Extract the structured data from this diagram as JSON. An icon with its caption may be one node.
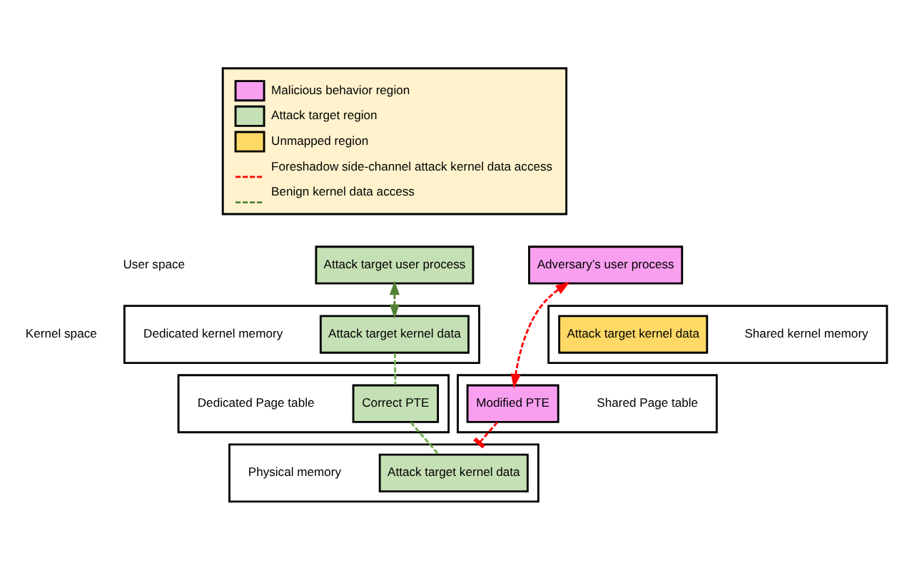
{
  "diagram": {
    "nodes": [
      {
        "text": [
          "Attack target user process"
        ]
      },
      {
        "text": [
          "Adversary’s user process"
        ]
      },
      {
        "text": [],
        "shape": "box",
        "beside": [
          "Dedicated kernel memory"
        ]
      },
      {
        "text": [
          "Attack target kernel data"
        ],
        "in": 2
      },
      {
        "text": [],
        "shape": "box",
        "beside": [
          "Shared kernel memory"
        ]
      },
      {
        "text": [
          "Attack target kernel data"
        ],
        "in": 4
      },
      {
        "text": [],
        "shape": "box",
        "beside": [
          "Dedicated Page table"
        ]
      },
      {
        "text": [
          "Correct PTE"
        ],
        "in": 6
      },
      {
        "text": [],
        "shape": "box",
        "beside": [
          "Shared Page table"
        ]
      },
      {
        "text": [
          "Modified PTE"
        ],
        "in": 8
      },
      {
        "text": [],
        "shape": "box",
        "beside": [
          "Physical memory"
        ]
      },
      {
        "text": [
          "Attack target kernel data"
        ],
        "in": 10
      }
    ],
    "edges": [
      {
        "from": 0,
        "to": 3,
        "arrow": "both",
        "style": "dashed",
        "color": "#548235"
      },
      {
        "from": 9,
        "to": 1,
        "arrow": "both",
        "style": "dashed",
        "color": "#ff0000"
      },
      {
        "from": 3,
        "to": 7,
        "arrow": "none",
        "style": "dashed",
        "color": "#70ad47"
      },
      {
        "from": 7,
        "to": 11,
        "arrow": "none",
        "style": "dashed",
        "color": "#70ad47"
      },
      {
        "from": 9,
        "to": 10,
        "arrow": "other",
        "style": "dashed",
        "color": "#ff0000"
      }
    ],
    "labels": [
      "User space",
      "Kernel space"
    ],
    "legend": [
      {
        "text": "Malicious behavior region",
        "color": "#f99ff0"
      },
      {
        "text": "Attack target region",
        "color": "#c5e0b4"
      },
      {
        "text": "Unmapped region",
        "color": "#ffd966"
      },
      {
        "text": "Foreshadow side-channel attack kernel data access"
      },
      {
        "text": "Benign kernel data access"
      }
    ]
  }
}
